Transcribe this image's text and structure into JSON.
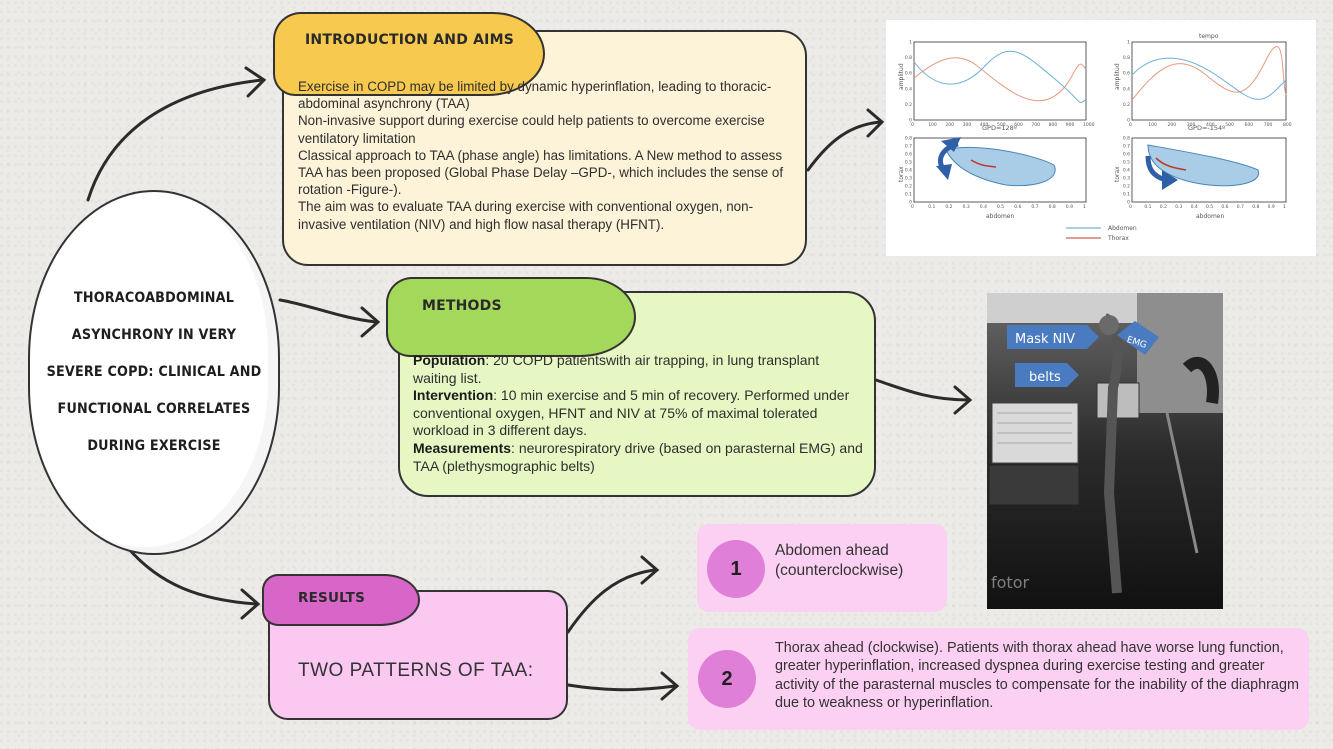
{
  "title": "THORACOABDOMINAL ASYNCHRONY IN VERY SEVERE COPD: CLINICAL AND FUNCTIONAL CORRELATES DURING EXERCISE",
  "intro": {
    "heading": "INTRODUCTION AND AIMS",
    "paragraphs": [
      "Exercise in COPD may be limited by dynamic hyperinflation, leading to thoracic-abdominal asynchrony (TAA)",
      "Non-invasive support during exercise could help patients to overcome exercise ventilatory limitation",
      "Classical approach to TAA (phase angle) has limitations. A New method to assess TAA has been proposed (Global Phase Delay –GPD-, which includes the sense of rotation -Figure-).",
      "The aim was to evaluate TAA during exercise with conventional oxygen, non-invasive ventilation (NIV) and high flow nasal therapy (HFNT)."
    ]
  },
  "methods": {
    "heading": "METHODS",
    "population_label": "Population",
    "population_text": ": 20 COPD patientswith air trapping, in lung transplant waiting list.",
    "intervention_label": "Intervention",
    "intervention_text": ": 10 min exercise and 5 min of recovery. Performed under conventional oxygen, HFNT and NIV at 75% of maximal tolerated workload in 3 different days.",
    "measurements_label": "Measurements",
    "measurements_text": ": neurorespiratory drive (based on parasternal EMG) and TAA (plethysmographic belts)"
  },
  "results": {
    "heading": "RESULTS",
    "summary": "TWO PATTERNS OF TAA:",
    "items": [
      {
        "num": "1",
        "text": "Abdomen ahead (counterclockwise)"
      },
      {
        "num": "2",
        "text": "Thorax ahead (clockwise). Patients with thorax ahead have worse lung function, greater hyperinflation, increased dyspnea during exercise testing and greater activity of the parasternal muscles to compensate for the inability of the diaphragm due to weakness or hyperinflation."
      }
    ]
  },
  "figure": {
    "left_gpd": "GPD=128º",
    "right_gpd": "GPD=-154º",
    "ylabel_top": "amplitud",
    "xlabel_top_right": "tempo",
    "ylabel_bottom": "torax",
    "xlabel_bottom": "abdomen",
    "legend": [
      {
        "name": "Abdomen",
        "color": "#5aa0c8"
      },
      {
        "name": "Thorax",
        "color": "#c0392b"
      }
    ],
    "top_x_ticks_left": [
      "0",
      "100",
      "200",
      "300",
      "400",
      "500",
      "600",
      "700",
      "800",
      "900",
      "1000"
    ],
    "top_x_ticks_right": [
      "0",
      "100",
      "200",
      "300",
      "400",
      "500",
      "600",
      "700",
      "800"
    ],
    "top_y_ticks": [
      "0",
      "0.2",
      "0.4",
      "0.6",
      "0.8",
      "1"
    ],
    "bottom_x_ticks": [
      "0",
      "0.1",
      "0.2",
      "0.3",
      "0.4",
      "0.5",
      "0.6",
      "0.7",
      "0.8",
      "0.9",
      "1"
    ],
    "bottom_y_ticks": [
      "0",
      "0.1",
      "0.2",
      "0.3",
      "0.4",
      "0.5",
      "0.6",
      "0.7",
      "0.8"
    ]
  },
  "photo": {
    "label_mask": "Mask NIV",
    "label_emg": "EMG",
    "label_belts": "belts",
    "watermark": "fotor"
  },
  "colors": {
    "intro_tab": "#f7c94e",
    "intro_box": "#fdf3d8",
    "methods_tab": "#a4d85a",
    "methods_box": "#e6f7c4",
    "results_tab": "#d865c8",
    "results_box": "#fac8f0",
    "number_circle": "#e07fd8"
  }
}
